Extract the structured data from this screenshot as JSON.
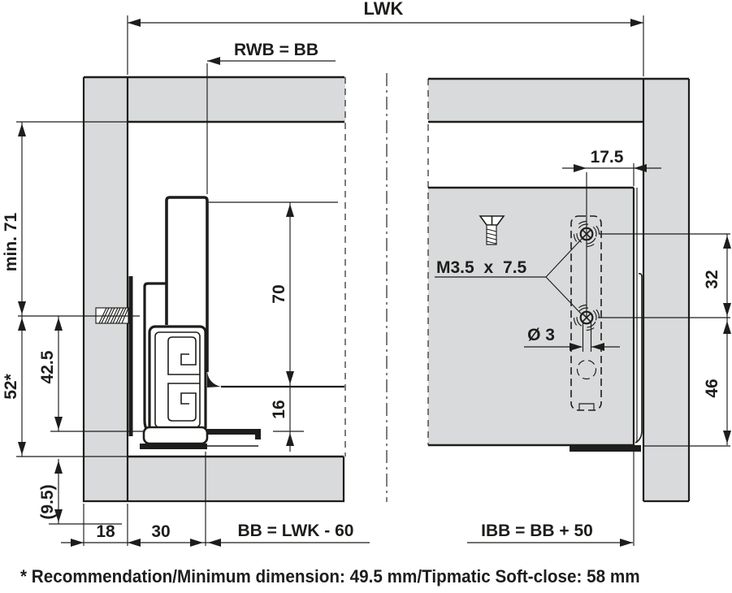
{
  "drawing": {
    "kind": "drawer-slide installation dimension drawing",
    "colors": {
      "panel_fill": "#d9dadb",
      "line": "#1d1d1b",
      "background": "#ffffff"
    },
    "left_view": {
      "dims": {
        "lwk": "LWK",
        "rwb": "RWB = BB",
        "min71": "min. 71",
        "h70": "70",
        "h16": "16",
        "v425": "42.5",
        "v52": "52*",
        "v95": "(9.5)",
        "w18": "18",
        "w30": "30",
        "bb": "BB = LWK - 60"
      }
    },
    "right_view": {
      "dims": {
        "w175": "17.5",
        "screw_spec": "M3.5 x 7.5",
        "dia3": "Ø 3",
        "v32": "32",
        "v46": "46",
        "ibb": "IBB = BB + 50"
      }
    }
  },
  "footer": {
    "note": "* Recommendation/Minimum dimension: 49.5 mm/Tipmatic Soft-close: 58 mm"
  }
}
